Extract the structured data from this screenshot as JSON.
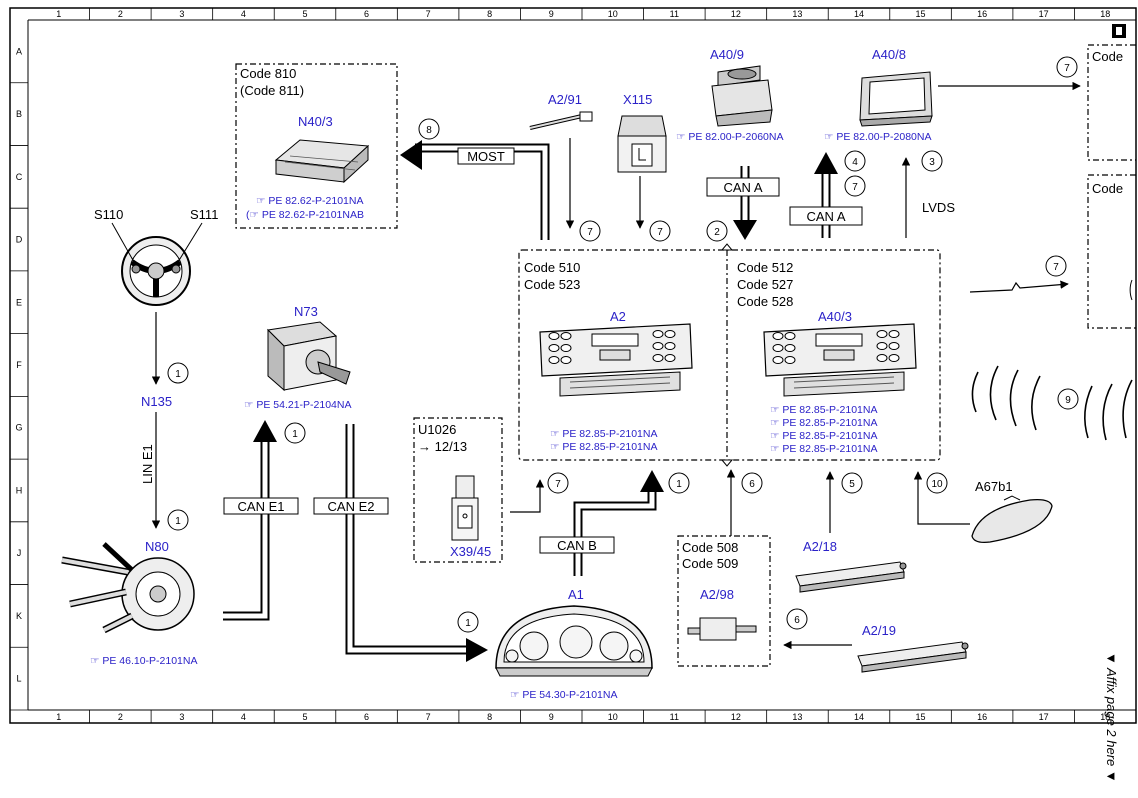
{
  "grid": {
    "columns": [
      "1",
      "2",
      "3",
      "4",
      "5",
      "6",
      "7",
      "8",
      "9",
      "10",
      "11",
      "12",
      "13",
      "14",
      "15",
      "16",
      "17",
      "18"
    ],
    "rows": [
      "A",
      "B",
      "C",
      "D",
      "E",
      "F",
      "G",
      "H",
      "J",
      "K",
      "L"
    ]
  },
  "components": {
    "n40_3": "N40/3",
    "a2_91": "A2/91",
    "x115": "X115",
    "a40_9": "A40/9",
    "a40_8": "A40/8",
    "s110": "S110",
    "s111": "S111",
    "n135": "N135",
    "n80": "N80",
    "n73": "N73",
    "a2": "A2",
    "a40_3": "A40/3",
    "u1026": "U1026",
    "u1026_ref": "→ 12/13",
    "x39_45": "X39/45",
    "a1": "A1",
    "a2_98": "A2/98",
    "a2_18": "A2/18",
    "a2_19": "A2/19",
    "a67b1": "A67b1"
  },
  "codes": {
    "box_n40": [
      "Code 810",
      "(Code 811)"
    ],
    "box_a2": [
      "Code 510",
      "Code 523"
    ],
    "box_a40_3": [
      "Code 512",
      "Code 527",
      "Code 528"
    ],
    "box_a2_98": [
      "Code 508",
      "Code 509"
    ],
    "right_top": "Code",
    "right_mid": "Code"
  },
  "buses": {
    "most": "MOST",
    "can_a_1": "CAN A",
    "can_a_2": "CAN A",
    "lvds": "LVDS",
    "lin_e1": "LIN E1",
    "can_e1": "CAN E1",
    "can_e2": "CAN E2",
    "can_b": "CAN B"
  },
  "references": {
    "n40_3_a": "PE 82.62-P-2101NA",
    "n40_3_b": "PE 82.62-P-2101NAB",
    "a40_9": "PE 82.00-P-2060NA",
    "a40_8": "PE 82.00-P-2080NA",
    "n73": "PE 54.21-P-2104NA",
    "a2_1": "PE 82.85-P-2101NA",
    "a2_2": "PE 82.85-P-2101NA",
    "a40_3_1": "PE 82.85-P-2101NA",
    "a40_3_2": "PE 82.85-P-2101NA",
    "a40_3_3": "PE 82.85-P-2101NA",
    "a40_3_4": "PE 82.85-P-2101NA",
    "n80": "PE 46.10-P-2101NA",
    "a1": "PE 54.30-P-2101NA"
  },
  "callouts": {
    "c_n40": "8",
    "c_a2_91": "7",
    "c_x115": "7",
    "c_can_a": "2",
    "c_a40_9_4": "4",
    "c_a40_9_7": "7",
    "c_a40_8": "3",
    "c_a40_8_out": "7",
    "c_right_e": "7",
    "c_n135": "1",
    "c_n80": "1",
    "c_n73": "1",
    "c_x39": "7",
    "c_can_b": "1",
    "c_a2_98": "6",
    "c_a2_18": "5",
    "c_a67": "10",
    "c_radio": "9",
    "c_a1": "1",
    "c_a2_19": "6"
  },
  "side_note": "▼ Affix page 2 here ▼"
}
